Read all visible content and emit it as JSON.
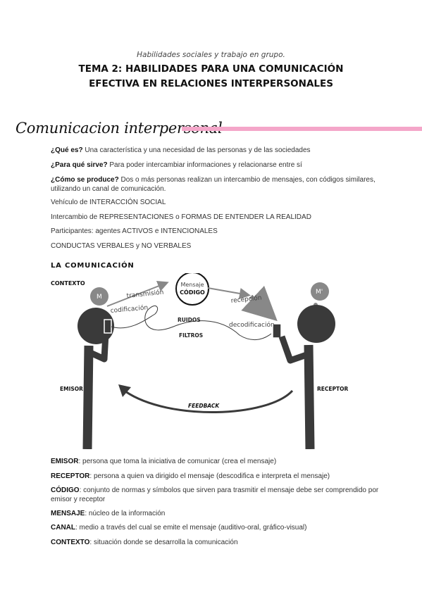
{
  "header": {
    "subtitle": "Habilidades sociales y trabajo en grupo.",
    "title_line1": "TEMA 2: HABILIDADES PARA UNA COMUNICACIÓN",
    "title_line2": "EFECTIVA EN RELACIONES INTERPERSONALES"
  },
  "section": {
    "heading": "Comunicacion interpersonal",
    "accent_color": "#f4a6c9"
  },
  "questions": {
    "q1_label": "¿Qué es?",
    "q1_text": " Una característica y una necesidad de las personas y de las sociedades",
    "q2_label": "¿Para qué sirve?",
    "q2_text": " Para poder intercambiar informaciones y relacionarse entre sí",
    "q3_label": "¿Cómo se produce?",
    "q3_text": " Dos o más personas realizan un intercambio de mensajes, con códigos similares, utilizando un canal de comunicación."
  },
  "points": [
    "Vehículo de INTERACCIÓN SOCIAL",
    "Intercambio de REPRESENTACIONES o FORMAS DE ENTENDER LA REALIDAD",
    "Participantes: agentes ACTIVOS e INTENCIONALES",
    "CONDUCTAS VERBALES y NO VERBALES"
  ],
  "diagram": {
    "title": "LA COMUNICACIÓN",
    "contexto": "CONTEXTO",
    "emisor_thought": "M",
    "receptor_thought": "M'",
    "mensaje": "Mensaje",
    "codigo": "CÓDIGO",
    "transmision": "transmisión",
    "recepcion": "recepción",
    "codificacion": "codificación",
    "decodificacion": "decodificación",
    "ruidos": "RUIDOS",
    "filtros": "FILTROS",
    "emisor": "EMISOR",
    "receptor": "RECEPTOR",
    "feedback": "FEEDBACK"
  },
  "definitions": [
    {
      "term": "EMISOR",
      "text": ": persona que toma la iniciativa de comunicar (crea el mensaje)"
    },
    {
      "term": "RECEPTOR",
      "text": ": persona a quien va dirigido el mensaje (descodifica e interpreta el mensaje)"
    },
    {
      "term": "CÓDIGO",
      "text": ": conjunto de normas y símbolos que sirven para trasmitir el mensaje debe ser comprendido por emisor y receptor"
    },
    {
      "term": "MENSAJE",
      "text": ": núcleo de la información"
    },
    {
      "term": "CANAL",
      "text": ": medio a través del cual se emite el mensaje (auditivo-oral, gráfico-visual)"
    },
    {
      "term": "CONTEXTO",
      "text": ": situación donde se desarrolla la comunicación"
    }
  ]
}
